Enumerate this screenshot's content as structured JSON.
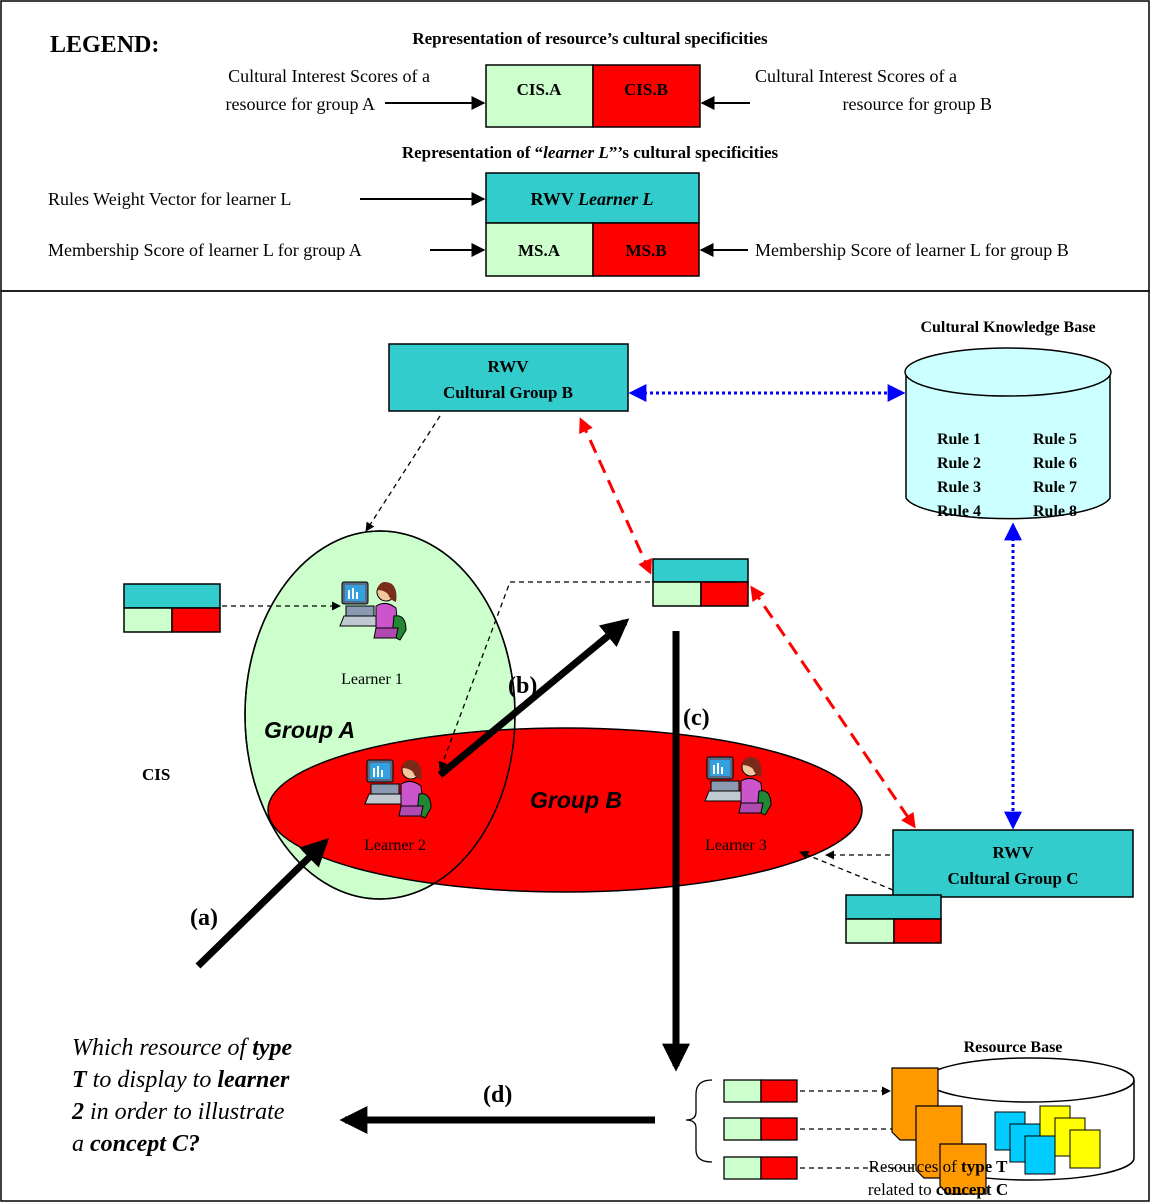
{
  "legend": {
    "title": "LEGEND:",
    "resource_heading": "Representation of resource’s cultural specificities",
    "cis_a_desc_1": "Cultural Interest Scores of a",
    "cis_a_desc_2": "resource for group A",
    "cis_b_desc_1": "Cultural Interest Scores of a",
    "cis_b_desc_2": "resource for group B",
    "cis_a_label": "CIS.A",
    "cis_b_label": "CIS.B",
    "learner_heading_pre": "Representation of “",
    "learner_heading_italic": "learner L",
    "learner_heading_post": "”’s cultural specificities",
    "rwv_desc": "Rules Weight Vector for learner L",
    "rwv_label_bold": "RWV ",
    "rwv_label_italic": "Learner L",
    "ms_a_desc": "Membership Score of learner L for group A",
    "ms_b_desc": "Membership Score of learner L for group B",
    "ms_a_label": "MS.A",
    "ms_b_label": "MS.B"
  },
  "diagram": {
    "kb_title": "Cultural Knowledge Base",
    "rules_left": [
      "Rule 1",
      "Rule 2",
      "Rule 3",
      "Rule 4"
    ],
    "rules_right": [
      "Rule 5",
      "Rule 6",
      "Rule 7",
      "Rule 8"
    ],
    "rwv_b_line1": "RWV",
    "rwv_b_line2": "Cultural Group B",
    "rwv_c_line1": "RWV",
    "rwv_c_line2": "Cultural Group C",
    "group_a": "Group A",
    "group_b": "Group B",
    "learner1": "Learner 1",
    "learner2": "Learner 2",
    "learner3": "Learner 3",
    "cis": "CIS",
    "label_a": "(a)",
    "label_b": "(b)",
    "label_c": "(c)",
    "label_d": "(d)",
    "question": {
      "l1_a": "Which resource of ",
      "l1_b": "type",
      "l2_a": "T",
      "l2_b": " to display to ",
      "l2_c": "learner",
      "l3_a": "2",
      "l3_b": " in order to illustrate",
      "l4_a": "a ",
      "l4_b": "concept C?"
    },
    "resource_base_title": "Resource Base",
    "resources_caption_1a": "Resources of ",
    "resources_caption_1b": "type T",
    "resources_caption_2a": "related to ",
    "resources_caption_2b": "concept C"
  },
  "colors": {
    "green": "#ccffcc",
    "red": "#ff0000",
    "teal": "#33cccc",
    "light_cyan": "#ccffff",
    "orange": "#ff9900",
    "blue": "#00ccff",
    "yellow": "#ffff00"
  }
}
